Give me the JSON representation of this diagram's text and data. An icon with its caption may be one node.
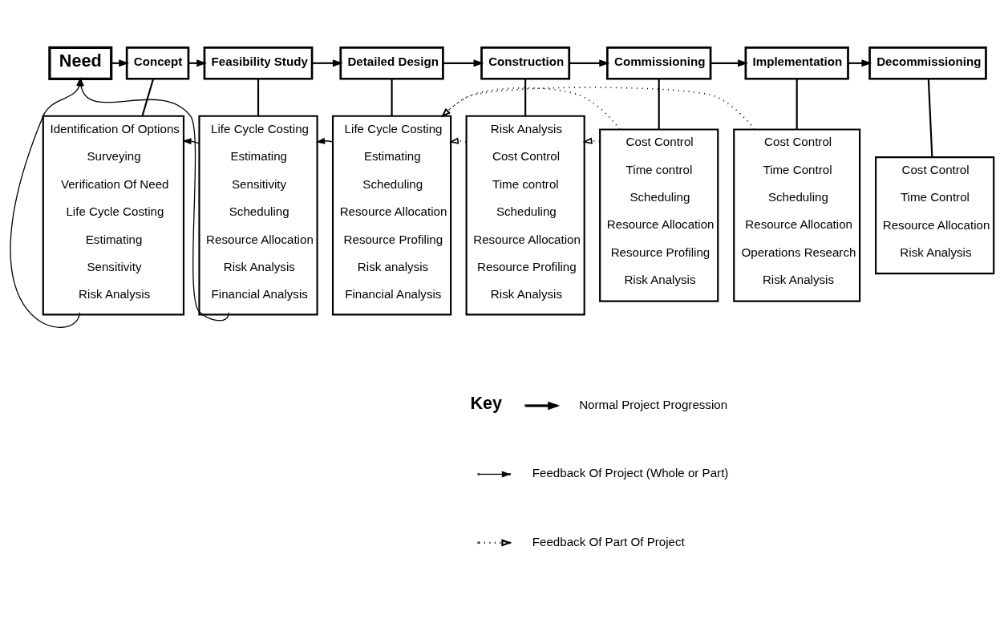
{
  "diagram": {
    "nodes": [
      {
        "text": [
          "Need"
        ]
      },
      {
        "text": [
          "Concept"
        ]
      },
      {
        "text": [
          "Identification Of Options",
          "Surveying",
          "Verification Of Need",
          "Life Cycle Costing",
          "Estimating",
          "Sensitivity",
          "Risk Analysis"
        ]
      },
      {
        "text": [
          "Feasibility Study"
        ]
      },
      {
        "text": [
          "Life Cycle Costing",
          "Estimating",
          "Sensitivity",
          "Scheduling",
          "Resource Allocation",
          "Risk Analysis",
          "Financial Analysis"
        ]
      },
      {
        "text": [
          "Detailed Design"
        ]
      },
      {
        "text": [
          "Life Cycle Costing",
          "Estimating",
          "Scheduling",
          "Resource Allocation",
          "Resource Profiling",
          "Risk analysis",
          "Financial Analysis"
        ]
      },
      {
        "text": [
          "Construction"
        ]
      },
      {
        "text": [
          "Risk Analysis",
          "Cost Control",
          "Time control",
          "Scheduling",
          "Resource Allocation",
          "Resource Profiling",
          "Risk Analysis"
        ]
      },
      {
        "text": [
          "Commissioning"
        ]
      },
      {
        "text": [
          "Cost Control",
          "Time control",
          "Scheduling",
          "Resource Allocation",
          "Resource Profiling",
          "Risk Analysis"
        ]
      },
      {
        "text": [
          "Implementation"
        ]
      },
      {
        "text": [
          "Cost Control",
          "Time Control",
          "Scheduling",
          "Resource Allocation",
          "Operations Research",
          "Risk Analysis"
        ]
      },
      {
        "text": [
          "Decommissioning"
        ]
      },
      {
        "text": [
          "Cost Control",
          "Time Control",
          "Resource Allocation",
          "Risk Analysis"
        ]
      }
    ],
    "edges": [
      {
        "from": 0,
        "to": 1,
        "arrow": "to"
      },
      {
        "from": 1,
        "to": 3,
        "arrow": "to"
      },
      {
        "from": 3,
        "to": 5,
        "arrow": "to"
      },
      {
        "from": 5,
        "to": 7,
        "arrow": "to"
      },
      {
        "from": 7,
        "to": 9,
        "arrow": "to"
      },
      {
        "from": 9,
        "to": 11,
        "arrow": "to"
      },
      {
        "from": 11,
        "to": 13,
        "arrow": "to"
      },
      {
        "from": 1,
        "to": 2,
        "arrow": "none"
      },
      {
        "from": 3,
        "to": 4,
        "arrow": "none"
      },
      {
        "from": 5,
        "to": 6,
        "arrow": "none"
      },
      {
        "from": 7,
        "to": 8,
        "arrow": "none"
      },
      {
        "from": 9,
        "to": 10,
        "arrow": "none"
      },
      {
        "from": 11,
        "to": 12,
        "arrow": "none"
      },
      {
        "from": 13,
        "to": 14,
        "arrow": "none"
      },
      {
        "from": 2,
        "to": 0,
        "arrow": "to"
      },
      {
        "from": 4,
        "to": 2,
        "arrow": "to"
      },
      {
        "from": 4,
        "to": 0,
        "arrow": "to"
      },
      {
        "from": 6,
        "to": 4,
        "arrow": "to"
      },
      {
        "from": 8,
        "to": 6,
        "arrow": "to",
        "style": "dashed"
      },
      {
        "from": 10,
        "to": 8,
        "arrow": "to",
        "style": "dashed"
      },
      {
        "from": 10,
        "to": 6,
        "arrow": "to",
        "style": "dashed"
      },
      {
        "from": 12,
        "to": 6,
        "arrow": "to",
        "style": "dashed"
      }
    ],
    "labels": [
      "Key"
    ],
    "legend": [
      {
        "text": "Normal Project Progression"
      },
      {
        "text": "Feedback Of Project (Whole or Part)"
      },
      {
        "text": "Feedback Of Part Of Project"
      }
    ]
  }
}
